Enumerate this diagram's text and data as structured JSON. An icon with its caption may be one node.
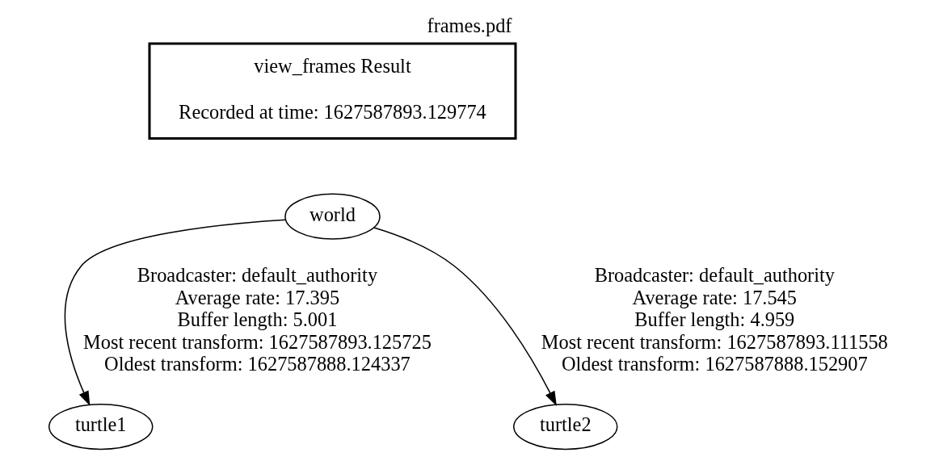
{
  "diagram": {
    "title": "frames.pdf",
    "nodes": [
      {
        "text": [
          "view_frames Result",
          "Recorded at time: 1627587893.129774"
        ]
      },
      {
        "text": [
          "world"
        ]
      },
      {
        "text": [
          "turtle1"
        ]
      },
      {
        "text": [
          "turtle2"
        ]
      }
    ],
    "edges": [
      {
        "from": 1,
        "to": 2,
        "arrow": "to",
        "label": "Broadcaster: default_authority Average rate: 17.395 Buffer length: 5.001 Most recent transform: 1627587893.125725 Oldest transform: 1627587888.124337"
      },
      {
        "from": 1,
        "to": 3,
        "arrow": "to",
        "label": "Broadcaster: default_authority Average rate: 17.545 Buffer length: 4.959 Most recent transform: 1627587893.111558 Oldest transform: 1627587888.152907"
      }
    ]
  }
}
